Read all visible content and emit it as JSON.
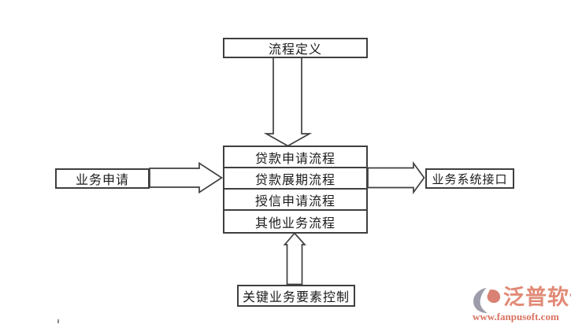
{
  "diagram": {
    "title_hint": "loan business process flowchart",
    "nodes": {
      "process_definition": "流程定义",
      "business_application": "业务申请",
      "business_system_interface": "业务系统接口",
      "key_business_element_control": "关键业务要素控制",
      "process_stack": [
        "贷款申请流程",
        "贷款展期流程",
        "授信申请流程",
        "其他业务流程"
      ]
    },
    "connections": [
      {
        "from": "流程定义",
        "to": "业务流程组",
        "type": "hollow-block-arrow",
        "direction": "down"
      },
      {
        "from": "业务申请",
        "to": "业务流程组",
        "type": "hollow-block-arrow",
        "direction": "right"
      },
      {
        "from": "业务流程组",
        "to": "业务系统接口",
        "type": "hollow-block-arrow",
        "direction": "right"
      },
      {
        "from": "关键业务要素控制",
        "to": "业务流程组",
        "type": "hollow-block-arrow",
        "direction": "up"
      }
    ],
    "colors": {
      "line": "#3f3f3f",
      "text": "#1a1a1a",
      "background": "#ffffff"
    }
  },
  "watermark": {
    "brand": "泛普软件",
    "url": "www.fanpusoft.com",
    "icon": "fanpu-logo-icon",
    "colors": {
      "brand_text": "#e18a76",
      "url_text": "#d97360",
      "icon_gray": "#9c9cab",
      "icon_coral": "#d98173"
    }
  }
}
